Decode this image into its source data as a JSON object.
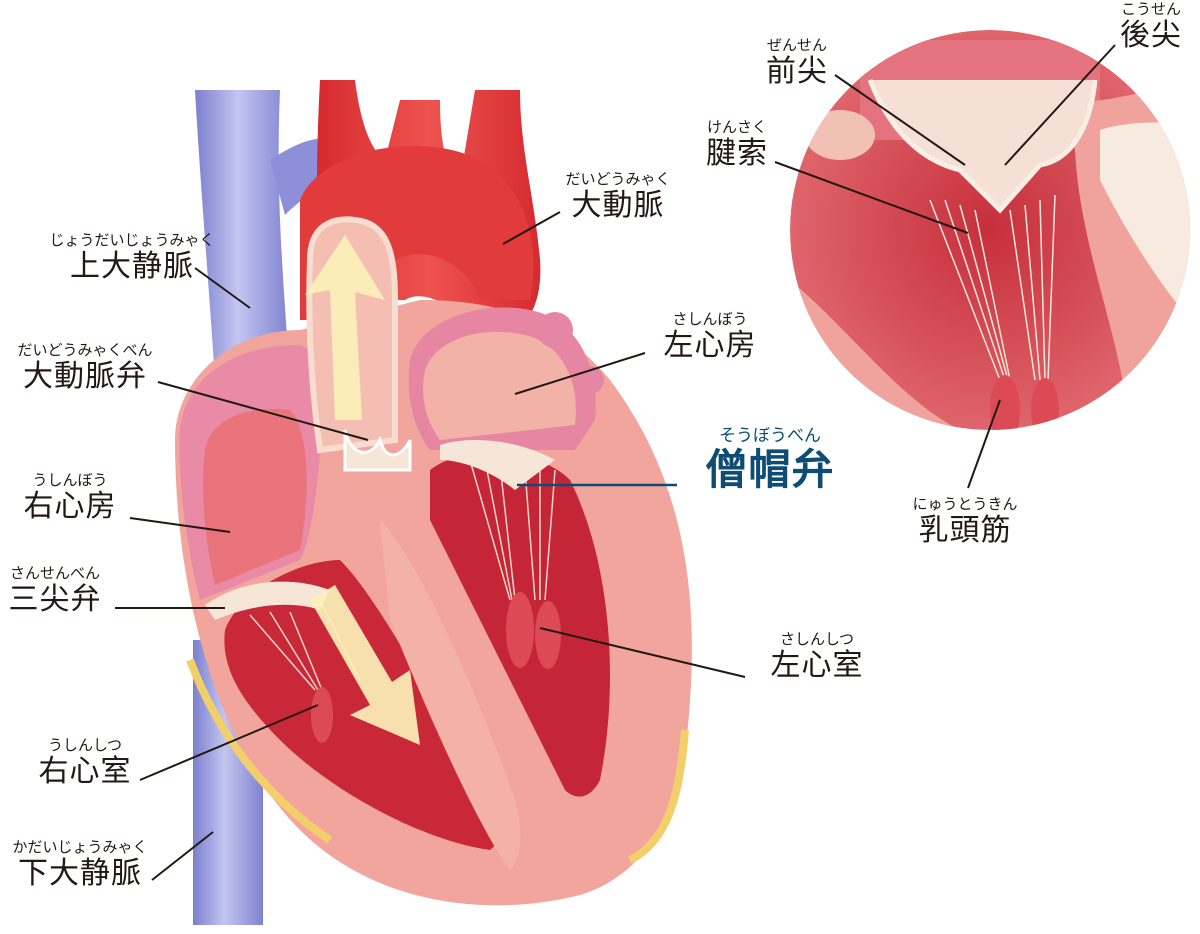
{
  "colors": {
    "text": "#231815",
    "highlight": "#0f4c74",
    "vein_blue": "#8f93d8",
    "artery_red": "#e2393a",
    "atrium_pink": "#e58aa6",
    "muscle_pink": "#f2aaa0",
    "chamber_red": "#c1293a",
    "flow_arrow": "#fbf0b8",
    "fat_yellow": "#f4cf6a",
    "valve_cream": "#f6e8d8"
  },
  "labels": [
    {
      "id": "superior-vena-cava",
      "ruby": "じょうだいじょうみゃく",
      "text": "上大静脈"
    },
    {
      "id": "aortic-valve",
      "ruby": "だいどうみゃくべん",
      "text": "大動脈弁"
    },
    {
      "id": "right-atrium",
      "ruby": "うしんぼう",
      "text": "右心房"
    },
    {
      "id": "tricuspid-valve",
      "ruby": "さんせんべん",
      "text": "三尖弁"
    },
    {
      "id": "right-ventricle",
      "ruby": "うしんしつ",
      "text": "右心室"
    },
    {
      "id": "inferior-vena-cava",
      "ruby": "かだいじょうみゃく",
      "text": "下大静脈"
    },
    {
      "id": "aorta",
      "ruby": "だいどうみゃく",
      "text": "大動脈"
    },
    {
      "id": "left-atrium",
      "ruby": "さしんぼう",
      "text": "左心房"
    },
    {
      "id": "mitral-valve",
      "ruby": "そうぼうべん",
      "text": "僧帽弁"
    },
    {
      "id": "left-ventricle",
      "ruby": "さしんしつ",
      "text": "左心室"
    },
    {
      "id": "anterior-cusp",
      "ruby": "ぜんせん",
      "text": "前尖"
    },
    {
      "id": "posterior-cusp",
      "ruby": "こうせん",
      "text": "後尖"
    },
    {
      "id": "chordae-tendineae",
      "ruby": "けんさく",
      "text": "腱索"
    },
    {
      "id": "papillary-muscle",
      "ruby": "にゅうとうきん",
      "text": "乳頭筋"
    }
  ]
}
